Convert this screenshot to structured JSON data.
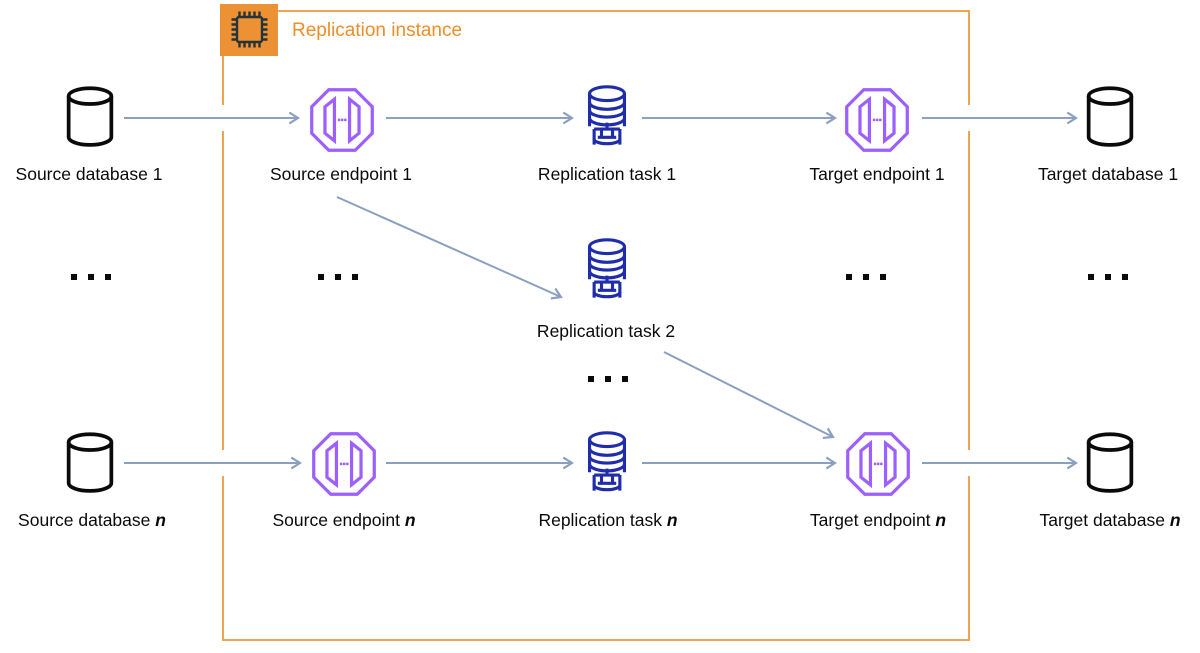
{
  "replication_instance": {
    "label": "Replication instance",
    "icon": "chip-icon"
  },
  "row1": {
    "source_database": "Source database 1",
    "source_endpoint": "Source endpoint 1",
    "replication_task": "Replication task 1",
    "target_endpoint": "Target endpoint 1",
    "target_database": "Target database 1"
  },
  "row2": {
    "replication_task": "Replication task 2"
  },
  "rowN": {
    "source_database_prefix": "Source database ",
    "source_endpoint_prefix": "Source endpoint ",
    "replication_task_prefix": "Replication task ",
    "target_endpoint_prefix": "Target endpoint ",
    "target_database_prefix": "Target database ",
    "suffix": "n"
  },
  "ellipsis_symbol": "...",
  "icons": {
    "database": "database-cylinder-icon",
    "endpoint": "dms-endpoint-octagon-icon",
    "task": "dms-replication-task-icon",
    "instance": "chip-icon"
  },
  "colors": {
    "container_border": "#F0A453",
    "instance_badge_bg": "#EC9235",
    "instance_title_text": "#ED8E28",
    "endpoint_purple": "#9D5FFD",
    "task_navy": "#202DAA",
    "database_black": "#0A0A0A",
    "arrow": "#8B9FBE"
  }
}
